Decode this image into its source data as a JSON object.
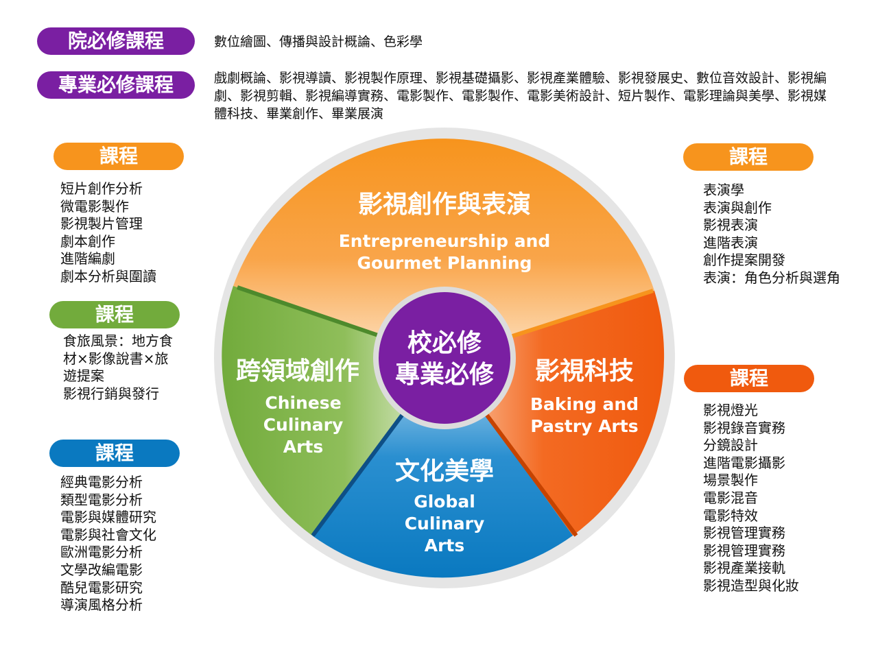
{
  "header": {
    "college_required": {
      "label": "院必修課程",
      "courses": "數位繪圖、傳播與設計概論、色彩學"
    },
    "major_required": {
      "label": "專業必修課程",
      "courses": "戲劇概論、影視導讀、影視製作原理、影視基礎攝影、影視產業體驗、影視發展史、數位音效設計、影視編劇、影視剪輯、影視編導實務、電影製作、電影製作、電影美術設計、短片製作、電影理論與美學、影視媒體科技、畢業創作、畢業展演"
    }
  },
  "wheel": {
    "center": {
      "line1": "校必修",
      "line2": "專業必修"
    },
    "segments": {
      "top": {
        "title": "影視創作與表演",
        "en1": "Entrepreneurship and",
        "en2": "Gourmet Planning",
        "color": "#f7941d"
      },
      "right": {
        "title": "影視科技",
        "en1": "Baking and",
        "en2": "Pastry Arts",
        "color": "#f05a0e"
      },
      "bottom": {
        "title": "文化美學",
        "en1": "Global",
        "en2": "Culinary",
        "en3": "Arts",
        "color": "#0a79c0"
      },
      "left": {
        "title": "跨領域創作",
        "en1": "Chinese",
        "en2": "Culinary",
        "en3": "Arts",
        "color": "#72ab3c"
      }
    },
    "center_color": "#7a1fa2"
  },
  "panels": {
    "orange_left": {
      "label": "課程",
      "items": [
        "短片創作分析",
        "微電影製作",
        "影視製片管理",
        "劇本創作",
        "進階編劇",
        "劇本分析與圍讀"
      ]
    },
    "green_left": {
      "label": "課程",
      "items": [
        "食旅風景：地方食",
        "材×影像說書×旅",
        "遊提案",
        "影視行銷與發行"
      ]
    },
    "blue_left": {
      "label": "課程",
      "items": [
        "經典電影分析",
        "類型電影分析",
        "電影與媒體研究",
        "電影與社會文化",
        "歐洲電影分析",
        "文學改編電影",
        "酷兒電影研究",
        "導演風格分析"
      ]
    },
    "orange_right": {
      "label": "課程",
      "items": [
        "表演學",
        "表演與創作",
        "影視表演",
        "進階表演",
        "創作提案開發",
        "表演：角色分析與選角"
      ]
    },
    "red_right": {
      "label": "課程",
      "items": [
        "影視燈光",
        "影視錄音實務",
        "分鏡設計",
        "進階電影攝影",
        "場景製作",
        "電影混音",
        "電影特效",
        "影視管理實務",
        "影視管理實務",
        "影視產業接軌",
        "影視造型與化妝"
      ]
    }
  }
}
